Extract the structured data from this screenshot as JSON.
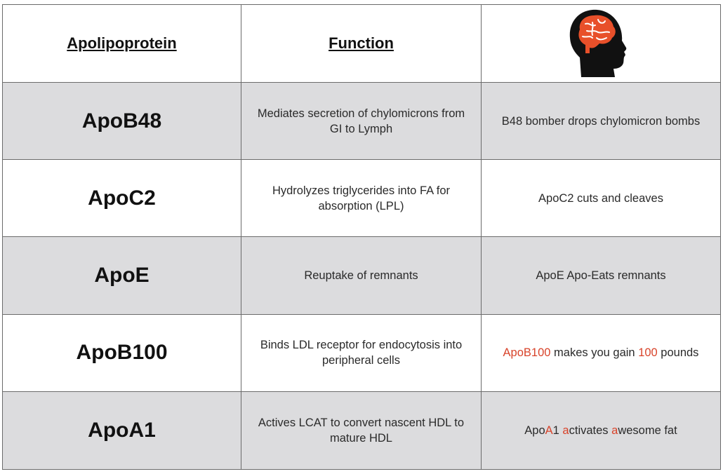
{
  "header": {
    "col1": "Apolipoprotein",
    "col2": "Function",
    "col3_icon": "head-with-brain-icon"
  },
  "rows": [
    {
      "name": "ApoB48",
      "function": "Mediates secretion of chylomicrons from GI to Lymph",
      "mnemonic": "B48 bomber drops chylomicron bombs"
    },
    {
      "name": "ApoC2",
      "function": "Hydrolyzes triglycerides into FA for absorption (LPL)",
      "mnemonic": "ApoC2 cuts and cleaves"
    },
    {
      "name": "ApoE",
      "function": "Reuptake of remnants",
      "mnemonic": "ApoE Apo-Eats remnants"
    },
    {
      "name": "ApoB100",
      "function": "Binds LDL receptor for endocytosis into peripheral cells",
      "mnemonic_parts": [
        "ApoB100",
        " makes you gain ",
        "100",
        " pounds"
      ]
    },
    {
      "name": "ApoA1",
      "function": "Actives LCAT to convert nascent HDL to mature HDL",
      "mnemonic_parts": [
        "Apo",
        "A",
        "1 ",
        "a",
        "ctivates ",
        "a",
        "wesome fat"
      ]
    }
  ],
  "colors": {
    "border": "#6b6b6b",
    "shaded_row": "#dcdcde",
    "highlight_red": "#d8432a",
    "brain_orange": "#e8502a",
    "head_black": "#111111"
  }
}
